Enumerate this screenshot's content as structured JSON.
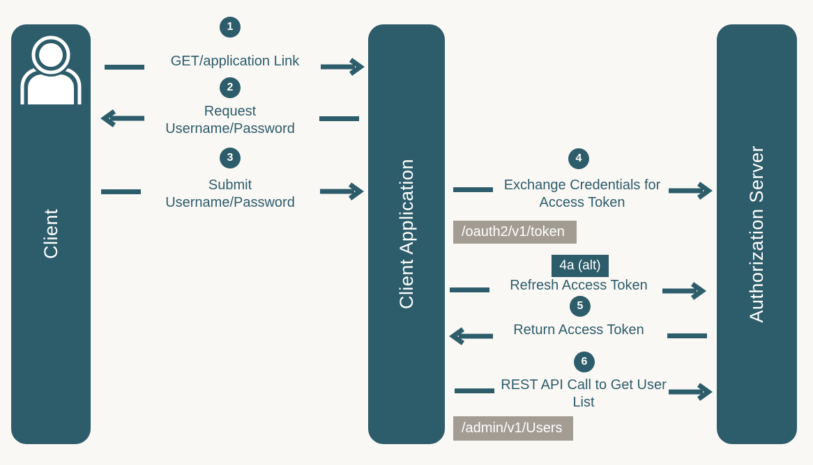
{
  "colors": {
    "teal": "#2d5c6a",
    "gray": "#a39c93",
    "background": "#faf8f5",
    "text_on_dark": "#ffffff"
  },
  "actors": [
    {
      "label": "Client",
      "icon": "person-icon"
    },
    {
      "label": "Client Application"
    },
    {
      "label": "Authorization Server"
    }
  ],
  "messages": [
    {
      "step": "1",
      "lines": [
        "GET/application Link"
      ],
      "direction": "right"
    },
    {
      "step": "2",
      "lines": [
        "Request",
        "Username/Password"
      ],
      "direction": "left"
    },
    {
      "step": "3",
      "lines": [
        "Submit",
        "Username/Password"
      ],
      "direction": "right"
    },
    {
      "step": "4",
      "lines": [
        "Exchange Credentials for",
        "Access Token"
      ],
      "direction": "right",
      "endpoint": "/oauth2/v1/token"
    },
    {
      "step": "4a (alt)",
      "lines": [
        "Refresh Access Token"
      ],
      "direction": "right"
    },
    {
      "step": "5",
      "lines": [
        "Return Access Token"
      ],
      "direction": "left"
    },
    {
      "step": "6",
      "lines": [
        "REST API Call to Get User",
        "List"
      ],
      "direction": "right",
      "endpoint": "/admin/v1/Users"
    }
  ]
}
